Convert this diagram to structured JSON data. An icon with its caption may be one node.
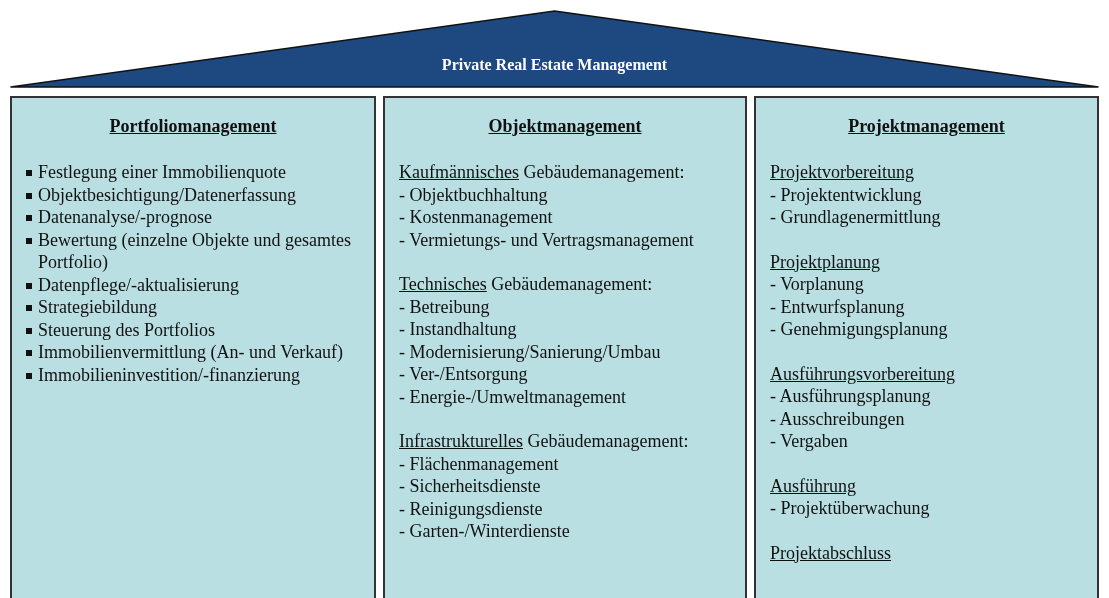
{
  "diagram": {
    "nodes": [
      {
        "text": [
          "Private Real Estate Management"
        ]
      },
      {
        "text": [
          "Portfoliomanagement",
          "Festlegung einer Immobilienquote",
          "Objektbesichtigung/Datenerfassung",
          "Datenanalyse/-prognose",
          "Bewertung (einzelne Objekte und gesamtes Portfolio)",
          "Datenpflege/-aktualisierung",
          "Strategiebildung",
          "Steuerung des Portfolios",
          "Immobilienvermittlung (An- und Verkauf)",
          "Immobilieninvestition/-finanzierung"
        ]
      },
      {
        "text": [
          "Objektmanagement",
          "Kaufmännisches Gebäudemanagement:",
          "- Objektbuchhaltung",
          "- Kostenmanagement",
          "- Vermietungs- und Vertragsmanagement",
          "Technisches Gebäudemanagement:",
          "- Betreibung",
          "- Instandhaltung",
          "- Modernisierung/Sanierung/Umbau",
          "- Ver-/Entsorgung",
          "- Energie-/Umweltmanagement",
          "Infrastrukturelles Gebäudemanagement:",
          "- Flächenmanagement",
          "- Sicherheitsdienste",
          "- Reinigungsdienste",
          "- Garten-/Winterdienste"
        ]
      },
      {
        "text": [
          "Projektmanagement",
          "Projektvorbereitung",
          "- Projektentwicklung",
          "- Grundlagenermittlung",
          "Projektplanung",
          "- Vorplanung",
          "- Entwurfsplanung",
          "- Genehmigungsplanung",
          "Ausführungsvorbereitung",
          "- Ausführungsplanung",
          "- Ausschreibungen",
          "- Vergaben",
          "Ausführung",
          "- Projektüberwachung",
          "Projektabschluss"
        ]
      }
    ],
    "edges": []
  }
}
